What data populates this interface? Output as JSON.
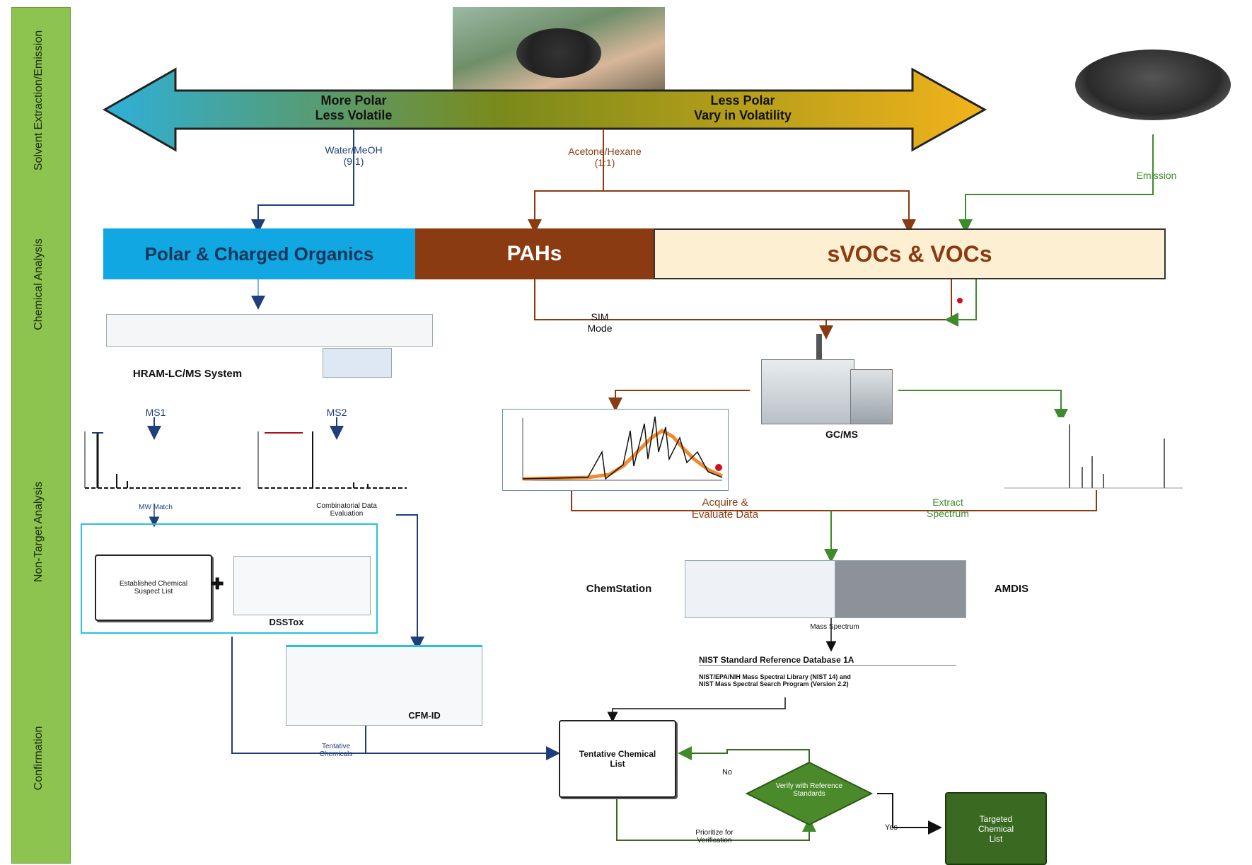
{
  "sidebar": {
    "stages": [
      "Solvent Extraction/Emission",
      "Chemical Analysis",
      "Non-Target Analysis",
      "Confirmation"
    ]
  },
  "arrow": {
    "left_line1": "More Polar",
    "left_line2": "Less Volatile",
    "right_line1": "Less Polar",
    "right_line2": "Vary in Volatility"
  },
  "solvents": {
    "water": "Water/MeOH",
    "water_ratio": "(9:1)",
    "acetone": "Acetone/Hexane",
    "acetone_ratio": "(1:1)",
    "emission": "Emission"
  },
  "bands": {
    "polar": "Polar & Charged Organics",
    "pahs": "PAHs",
    "svocs": "sVOCs & VOCs"
  },
  "lcms": {
    "system": "HRAM-LC/MS System",
    "ms1": "MS1",
    "ms2": "MS2",
    "ms1_match": "MW Match",
    "ms2_note_1": "Combinatorial Data",
    "ms2_note_2": "Evaluation",
    "suspect_list_1": "Established Chemical",
    "suspect_list_2": "Suspect List",
    "dsstox": "DSSTox",
    "cfmid": "CFM-ID",
    "tentative_note_1": "Tentative",
    "tentative_note_2": "Chemicals"
  },
  "gcms": {
    "sim_1": "SIM",
    "sim_2": "Mode",
    "instrument": "GC/MS",
    "acquire_1": "Acquire &",
    "acquire_2": "Evaluate Data",
    "extract_1": "Extract",
    "extract_2": "Spectrum",
    "chemstation": "ChemStation",
    "amdis": "AMDIS",
    "mass_spectrum": "Mass Spectrum",
    "nist_title": "NIST Standard Reference Database 1A",
    "nist_line1": "NIST/EPA/NIH Mass Spectral Library (NIST 14) and",
    "nist_line2": "NIST Mass Spectral Search Program (Version 2.2)"
  },
  "confirm": {
    "tentative_1": "Tentative Chemical",
    "tentative_2": "List",
    "verify_1": "Verify with Reference",
    "verify_2": "Standards",
    "no": "No",
    "yes": "Yes",
    "prioritize_1": "Prioritize for",
    "prioritize_2": "Verification",
    "targeted_1": "Targeted",
    "targeted_2": "Chemical",
    "targeted_3": "List"
  },
  "colors": {
    "blue_arrow": "#1f3f7a",
    "brown_arrow": "#8a3b12",
    "green_arrow": "#3f8a2a",
    "dark_green": "#3a6a22"
  }
}
